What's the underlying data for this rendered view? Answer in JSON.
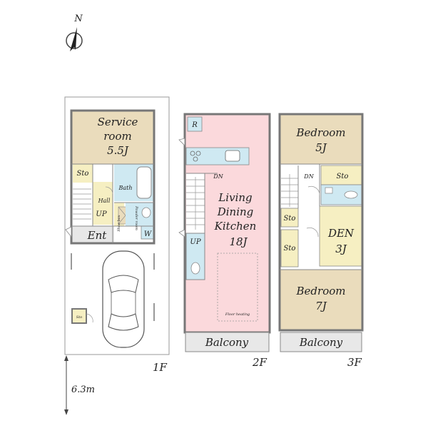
{
  "compass": {
    "label": "N"
  },
  "dimension": {
    "label": "6.3m"
  },
  "floors": {
    "f1": {
      "label": "1F",
      "service_room": {
        "name": "Service",
        "name2": "room",
        "size": "5.5J"
      },
      "storage": "Sto",
      "hall": "Hall",
      "up": "UP",
      "bath": "Bath",
      "shoe_box": "Shoe box",
      "powder_room": "Powder room",
      "washer": "W",
      "entrance": "Ent",
      "outdoor_storage": "Sto"
    },
    "f2": {
      "label": "2F",
      "refrigerator": "R",
      "dn": "DN",
      "ldk": {
        "l1": "Living",
        "l2": "Dining",
        "l3": "Kitchen",
        "size": "18J"
      },
      "up": "UP",
      "floor_heating": "Floor heating",
      "balcony": "Balcony"
    },
    "f3": {
      "label": "3F",
      "bedroom1": {
        "name": "Bedroom",
        "size": "5J"
      },
      "dn": "DN",
      "storage_a": "Sto",
      "storage_b": "Sto",
      "storage_c": "Sto",
      "den": {
        "name": "DEN",
        "size": "3J"
      },
      "bedroom2": {
        "name": "Bedroom",
        "size": "7J"
      },
      "balcony": "Balcony"
    }
  },
  "colors": {
    "tan": "#eadcbc",
    "pink": "#fbd9dc",
    "blue": "#cfe9f2",
    "cream": "#f6efc2",
    "balcony": "#e8e8e8"
  }
}
